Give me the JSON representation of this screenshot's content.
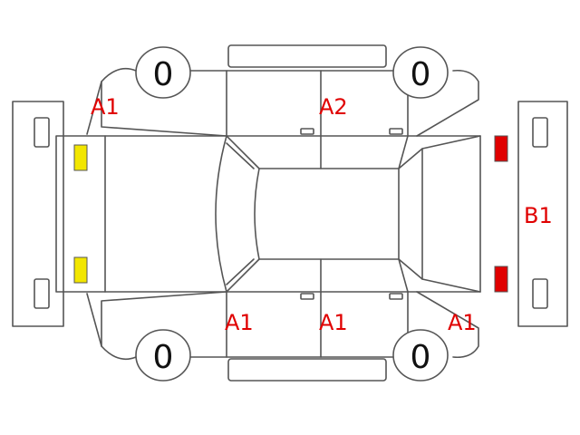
{
  "colors": {
    "line": "#555555",
    "label": "#e00000",
    "front_lights": "#f2e600",
    "rear_lights": "#e00000"
  },
  "tires": {
    "front_left": "0",
    "rear_left": "0",
    "front_right": "0",
    "rear_right": "0"
  },
  "damage_labels": {
    "front_left_fender": "A1",
    "rear_left_quarter": "A2",
    "rear_panel": "B1",
    "front_right_fender": "A1",
    "front_right_door": "A1",
    "rear_right_quarter": "A1"
  }
}
